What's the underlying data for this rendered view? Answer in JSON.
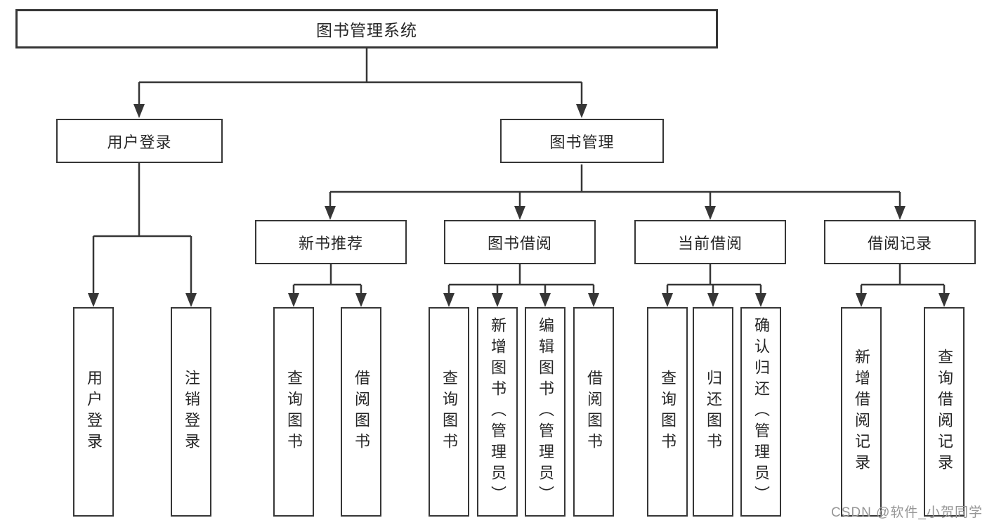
{
  "tree": {
    "root": {
      "label": "图书管理系统"
    },
    "branches": [
      {
        "label": "用户登录",
        "children": [
          {
            "label": "用户登录"
          },
          {
            "label": "注销登录"
          }
        ]
      },
      {
        "label": "图书管理",
        "children": [
          {
            "label": "新书推荐",
            "children": [
              {
                "label": "查询图书"
              },
              {
                "label": "借阅图书"
              }
            ]
          },
          {
            "label": "图书借阅",
            "children": [
              {
                "label": "查询图书"
              },
              {
                "label": "新增图书（管理员）"
              },
              {
                "label": "编辑图书（管理员）"
              },
              {
                "label": "借阅图书"
              }
            ]
          },
          {
            "label": "当前借阅",
            "children": [
              {
                "label": "查询图书"
              },
              {
                "label": "归还图书"
              },
              {
                "label": "确认归还（管理员）"
              }
            ]
          },
          {
            "label": "借阅记录",
            "children": [
              {
                "label": "新增借阅记录"
              },
              {
                "label": "查询借阅记录"
              }
            ]
          }
        ]
      }
    ]
  },
  "watermark": {
    "text": "CSDN @软件_小贺同学"
  },
  "colors": {
    "line": "#363636",
    "text": "#262626",
    "watermark": "#969696",
    "background": "#ffffff"
  }
}
